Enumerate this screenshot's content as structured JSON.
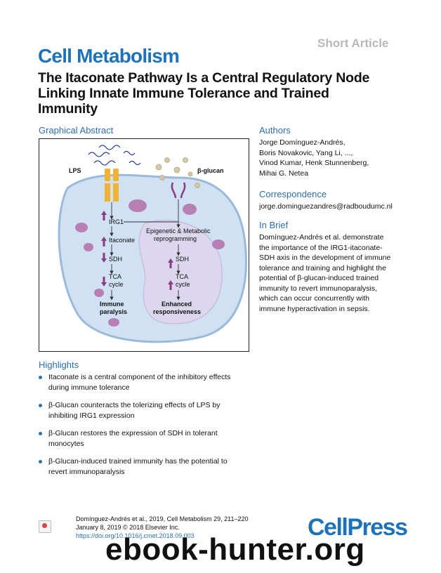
{
  "header": {
    "article_type": "Short Article",
    "journal": "Cell Metabolism",
    "title_lines": [
      "The Itaconate Pathway Is a Central Regulatory Node",
      "Linking Innate Immune Tolerance and Trained",
      "Immunity"
    ]
  },
  "graphical_abstract": {
    "heading": "Graphical Abstract",
    "labels": {
      "lps": "LPS",
      "beta_glucan": "β-glucan",
      "irg1": "IRG1",
      "itaconate": "Itaconate",
      "sdh_left": "SDH",
      "tca_left_1": "TCA",
      "tca_left_2": "cycle",
      "immune_1": "Immune",
      "immune_2": "paralysis",
      "epigenetic_1": "Epigenetic & Metabolic",
      "epigenetic_2": "reprogramming",
      "sdh_right": "SDH",
      "tca_right_1": "TCA",
      "tca_right_2": "cycle",
      "enhanced_1": "Enhanced",
      "enhanced_2": "responsiveness"
    },
    "colors": {
      "cell_fill": "#cfe1f3",
      "cell_border": "#9bbad9",
      "nucleus_fill": "#dcd6ee",
      "mito": "#b77fb2",
      "receptor": "#f2b233",
      "arrow_purple": "#8a3c82",
      "lps_wave": "#2a3fa0"
    }
  },
  "authors": {
    "heading": "Authors",
    "lines": [
      "Jorge Domínguez-Andrés,",
      "Boris Novakovic, Yang Li, ...,",
      "Vinod Kumar, Henk Stunnenberg,",
      "Mihai G. Netea"
    ]
  },
  "correspondence": {
    "heading": "Correspondence",
    "email": "jorge.dominguezandres@radboudumc.nl"
  },
  "in_brief": {
    "heading": "In Brief",
    "lines": [
      "Domínguez-Andrés et al. demonstrate",
      "the importance of the IRG1-itaconate-",
      "SDH axis in the development of immune",
      "tolerance and training and highlight the",
      "potential of β-glucan-induced trained",
      "immunity to revert immunoparalysis,",
      "which can occur concurrently with",
      "immune hyperactivation in sepsis."
    ]
  },
  "highlights": {
    "heading": "Highlights",
    "items": [
      [
        "Itaconate is a central component of the inhibitory effects",
        "during immune tolerance"
      ],
      [
        "β-Glucan counteracts the tolerizing effects of LPS by",
        "inhibiting IRG1 expression"
      ],
      [
        "β-Glucan restores the expression of SDH in tolerant",
        "monocytes"
      ],
      [
        "β-Glucan-induced trained immunity has the potential to",
        "revert immunoparalysis"
      ]
    ]
  },
  "footer": {
    "citation": "Domínguez-Andrés et al., 2019, Cell Metabolism 29, 211–220",
    "date": "January 8, 2019 © 2018 Elsevier Inc.",
    "doi": "https://doi.org/10.1016/j.cmet.2018.09.003",
    "publisher_logo": "CellPress",
    "watermark": "ebook-hunter.org"
  }
}
